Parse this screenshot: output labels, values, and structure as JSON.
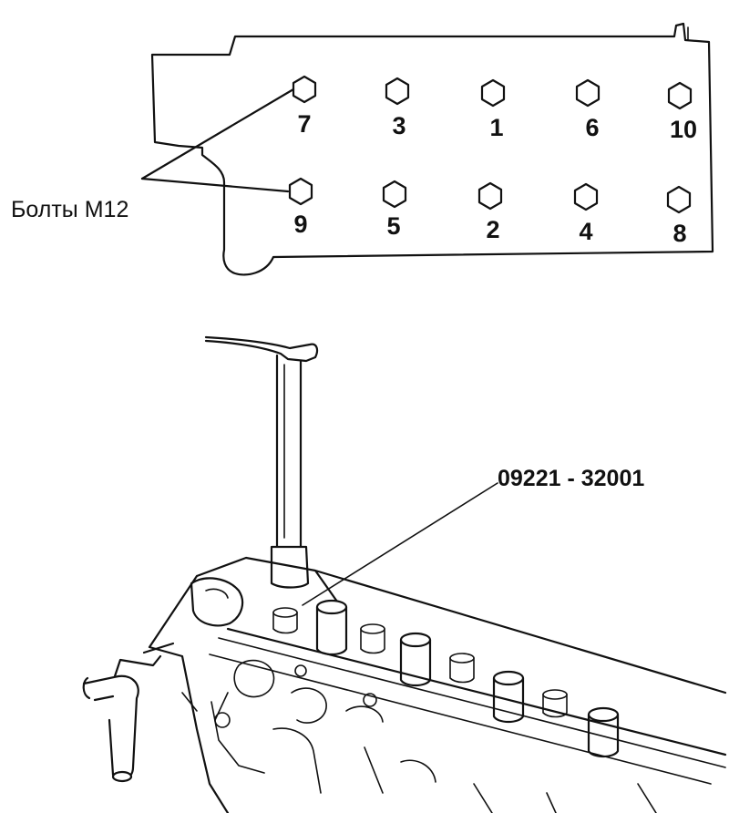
{
  "bolt_callout_label": "Болты М12",
  "tool_callout_label": "09221 - 32001",
  "bolts": [
    {
      "order": "7"
    },
    {
      "order": "3"
    },
    {
      "order": "1"
    },
    {
      "order": "6"
    },
    {
      "order": "10"
    },
    {
      "order": "9"
    },
    {
      "order": "5"
    },
    {
      "order": "2"
    },
    {
      "order": "4"
    },
    {
      "order": "8"
    }
  ]
}
